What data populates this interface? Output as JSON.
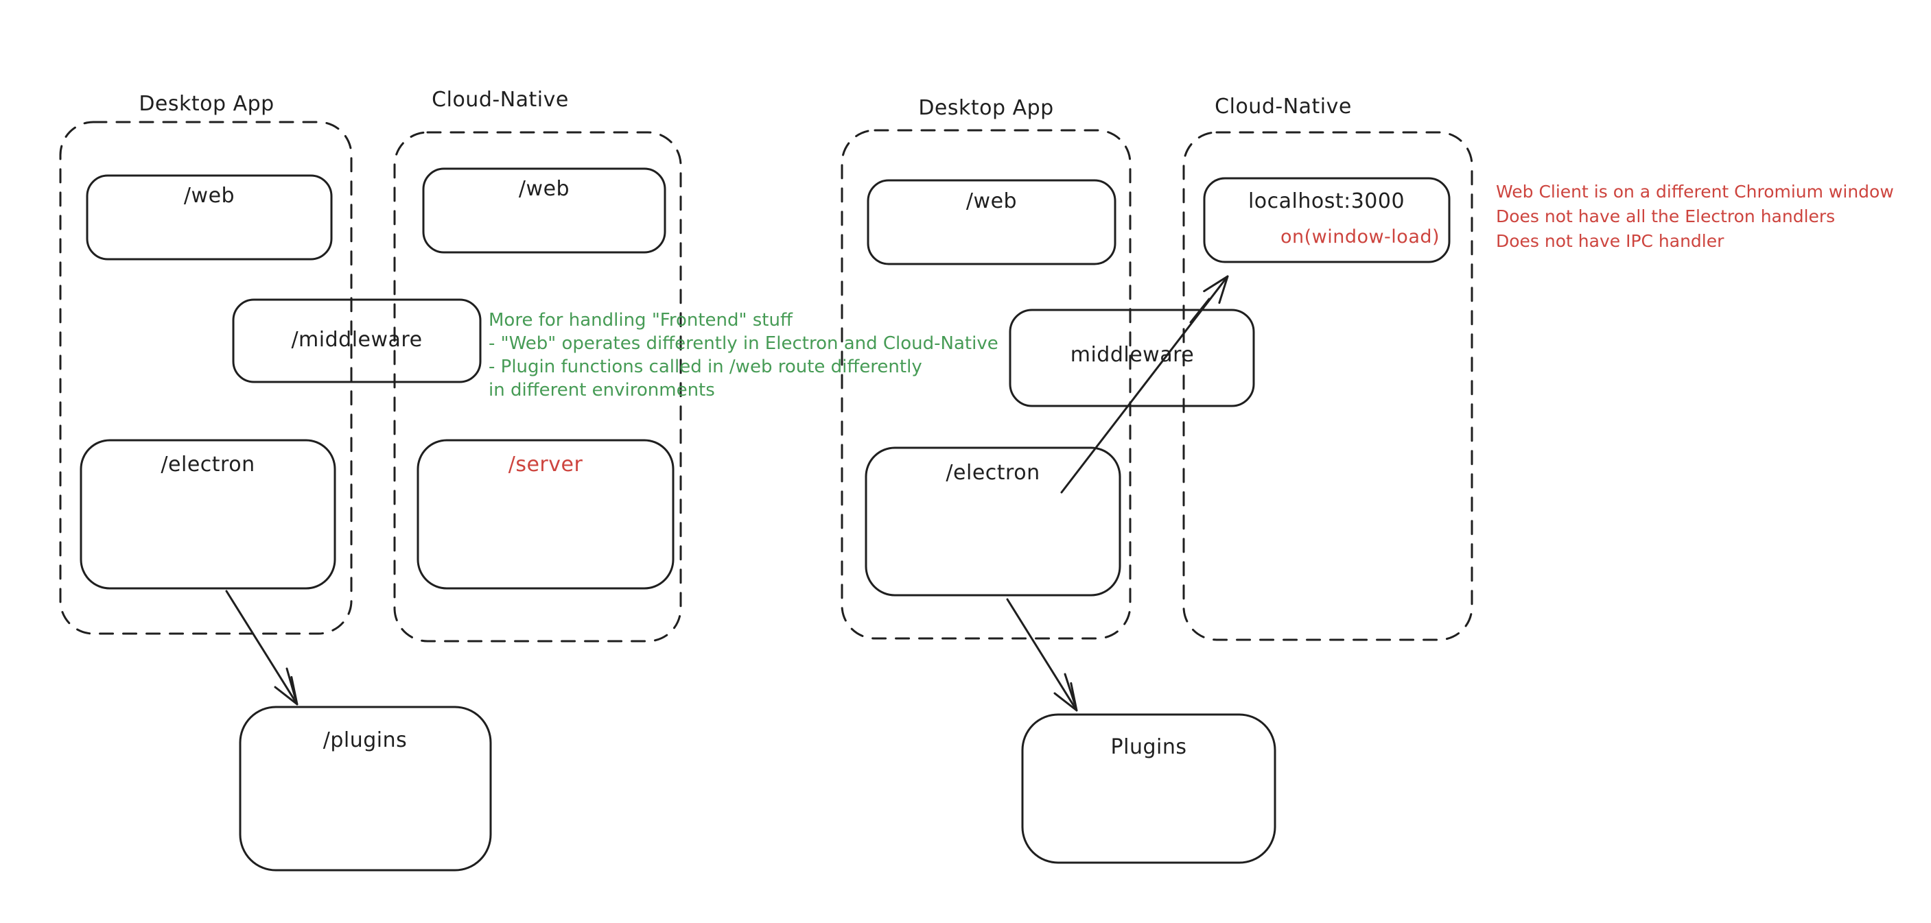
{
  "colors": {
    "ink": "#1f1f1f",
    "red": "#cd443e",
    "green": "#469b55",
    "background": "#ffffff"
  },
  "left_diagram": {
    "desktop_app": {
      "label": "Desktop App",
      "web_label": "/web",
      "electron_label": "/electron"
    },
    "cloud_native": {
      "label": "Cloud-Native",
      "web_label": "/web",
      "server_label": "/server"
    },
    "middleware_label": "/middleware",
    "plugins_label": "/plugins",
    "green_note": {
      "lines": [
        "More for handling \"Frontend\" stuff",
        "- \"Web\" operates differently in Electron and Cloud-Native",
        "- Plugin functions called in /web route differently",
        "in different environments"
      ]
    }
  },
  "right_diagram": {
    "desktop_app": {
      "label": "Desktop App",
      "web_label": "/web",
      "electron_label": "/electron"
    },
    "cloud_native": {
      "label": "Cloud-Native",
      "localhost_label": "localhost:3000",
      "window_load_label": "on(window-load)"
    },
    "middleware_label": "middleware",
    "plugins_label": "Plugins",
    "red_note": {
      "lines": [
        "Web Client is on a different Chromium window",
        "Does not have all the Electron handlers",
        "Does not have IPC handler"
      ]
    }
  }
}
